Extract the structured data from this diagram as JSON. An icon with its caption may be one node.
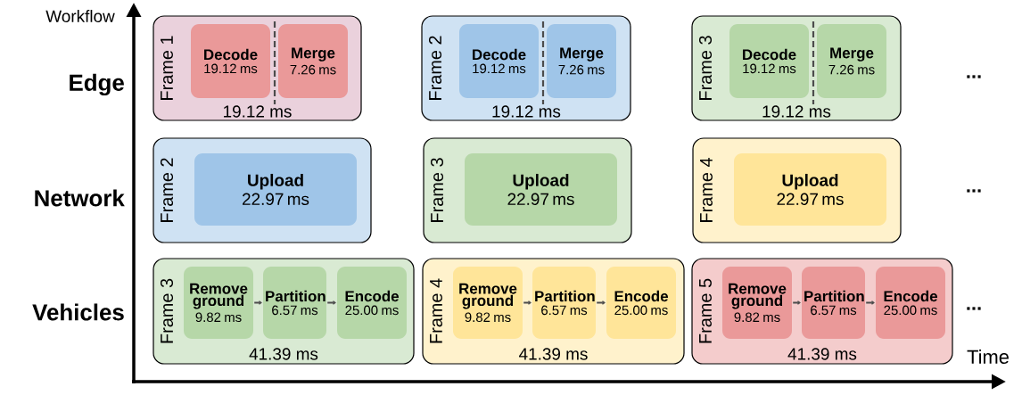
{
  "diagram": {
    "nodes": [
      {
        "text": [
          "Frame 1",
          "19.12 ms"
        ]
      },
      {
        "text": [
          "Decode",
          "19.12 ms"
        ],
        "in": 0
      },
      {
        "text": [
          "Merge",
          "7.26 ms"
        ],
        "in": 0
      },
      {
        "text": [
          "Frame 2",
          "19.12 ms"
        ]
      },
      {
        "text": [
          "Decode",
          "19.12 ms"
        ],
        "in": 3
      },
      {
        "text": [
          "Merge",
          "7.26 ms"
        ],
        "in": 3
      },
      {
        "text": [
          "Frame 3",
          "19.12 ms"
        ]
      },
      {
        "text": [
          "Decode",
          "19.12 ms"
        ],
        "in": 6
      },
      {
        "text": [
          "Merge",
          "7.26 ms"
        ],
        "in": 6
      },
      {
        "text": [
          "Frame 2"
        ]
      },
      {
        "text": [
          "Upload",
          "22.97 ms"
        ],
        "in": 9
      },
      {
        "text": [
          "Frame 3"
        ]
      },
      {
        "text": [
          "Upload",
          "22.97 ms"
        ],
        "in": 11
      },
      {
        "text": [
          "Frame 4"
        ]
      },
      {
        "text": [
          "Upload",
          "22.97 ms"
        ],
        "in": 13
      },
      {
        "text": [
          "Frame 3",
          "41.39 ms"
        ]
      },
      {
        "text": [
          "Remove ground",
          "9.82 ms"
        ],
        "in": 15
      },
      {
        "text": [
          "Partition",
          "6.57 ms"
        ],
        "in": 15
      },
      {
        "text": [
          "Encode",
          "25.00 ms"
        ],
        "in": 15
      },
      {
        "text": [
          "Frame 4",
          "41.39 ms"
        ]
      },
      {
        "text": [
          "Remove ground",
          "9.82 ms"
        ],
        "in": 19
      },
      {
        "text": [
          "Partition",
          "6.57 ms"
        ],
        "in": 19
      },
      {
        "text": [
          "Encode",
          "25.00 ms"
        ],
        "in": 19
      },
      {
        "text": [
          "Frame 5",
          "41.39 ms"
        ]
      },
      {
        "text": [
          "Remove ground",
          "9.82 ms"
        ],
        "in": 23
      },
      {
        "text": [
          "Partition",
          "6.57 ms"
        ],
        "in": 23
      },
      {
        "text": [
          "Encode",
          "25.00 ms"
        ],
        "in": 23
      }
    ],
    "edges": [
      {
        "from": 16,
        "to": 17,
        "arrow": "to"
      },
      {
        "from": 17,
        "to": 18,
        "arrow": "to"
      },
      {
        "from": 20,
        "to": 21,
        "arrow": "to"
      },
      {
        "from": 21,
        "to": 22,
        "arrow": "to"
      },
      {
        "from": 24,
        "to": 25,
        "arrow": "to"
      },
      {
        "from": 25,
        "to": 26,
        "arrow": "to"
      }
    ],
    "labels": [
      "Workflow",
      "Edge",
      "...",
      "Network",
      "...",
      "Vehicles",
      "...",
      "Time"
    ]
  }
}
